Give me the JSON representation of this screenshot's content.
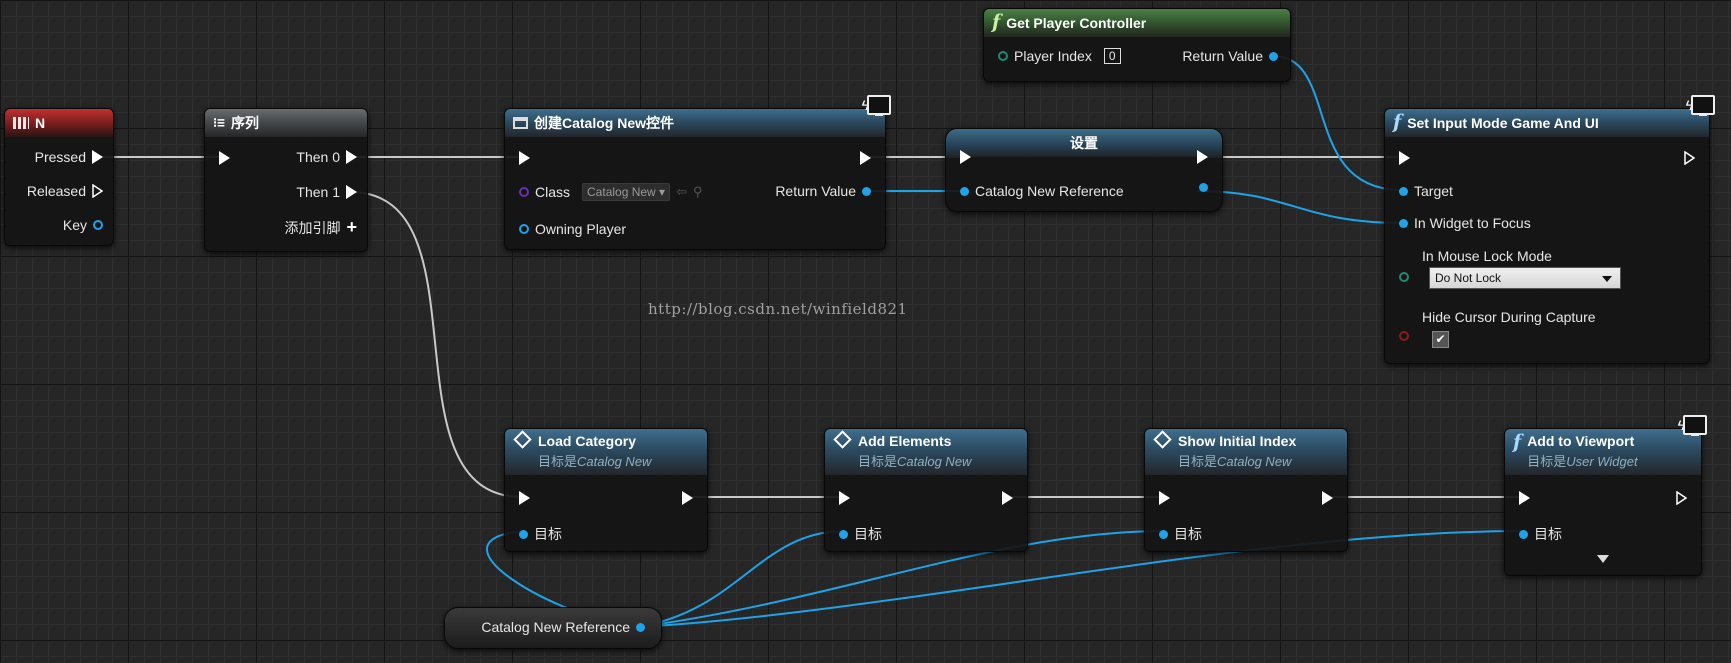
{
  "nodes": {
    "n_event": {
      "title": "N",
      "pins": {
        "pressed": "Pressed",
        "released": "Released",
        "key": "Key"
      }
    },
    "sequence": {
      "title": "序列",
      "pins": {
        "then0": "Then 0",
        "then1": "Then 1",
        "add_pin": "添加引脚"
      }
    },
    "create_widget": {
      "title": "创建Catalog New控件",
      "pins": {
        "class": "Class",
        "class_value": "Catalog New",
        "return_value": "Return Value",
        "owning_player": "Owning Player"
      }
    },
    "get_player_controller": {
      "title": "Get Player Controller",
      "pins": {
        "player_index": "Player Index",
        "player_index_value": "0",
        "return_value": "Return Value"
      }
    },
    "set_var": {
      "title": "设置",
      "pins": {
        "catalog_ref": "Catalog New Reference"
      }
    },
    "set_input_mode": {
      "title": "Set Input Mode Game And UI",
      "pins": {
        "target": "Target",
        "widget_focus": "In Widget to Focus",
        "mouse_lock": "In Mouse Lock Mode",
        "mouse_lock_value": "Do Not Lock",
        "hide_cursor": "Hide Cursor During Capture"
      }
    },
    "load_category": {
      "title": "Load Category",
      "subtitle_prefix": "目标是",
      "subtitle_class": "Catalog New",
      "pins": {
        "target": "目标"
      }
    },
    "add_elements": {
      "title": "Add Elements",
      "subtitle_prefix": "目标是",
      "subtitle_class": "Catalog New",
      "pins": {
        "target": "目标"
      }
    },
    "show_initial_index": {
      "title": "Show Initial Index",
      "subtitle_prefix": "目标是",
      "subtitle_class": "Catalog New",
      "pins": {
        "target": "目标"
      }
    },
    "add_to_viewport": {
      "title": "Add to Viewport",
      "subtitle_prefix": "目标是",
      "subtitle_class": "User Widget",
      "pins": {
        "target": "目标"
      }
    },
    "catalog_ref_getter": {
      "label": "Catalog New Reference"
    }
  },
  "watermark": "http://blog.csdn.net/winfield821",
  "colors": {
    "exec_wire": "#c8c8c8",
    "object_wire": "#1ea3e8",
    "function_header": "#2b4b61",
    "pure_header": "#33582f",
    "event_header": "#7c1e1e"
  }
}
